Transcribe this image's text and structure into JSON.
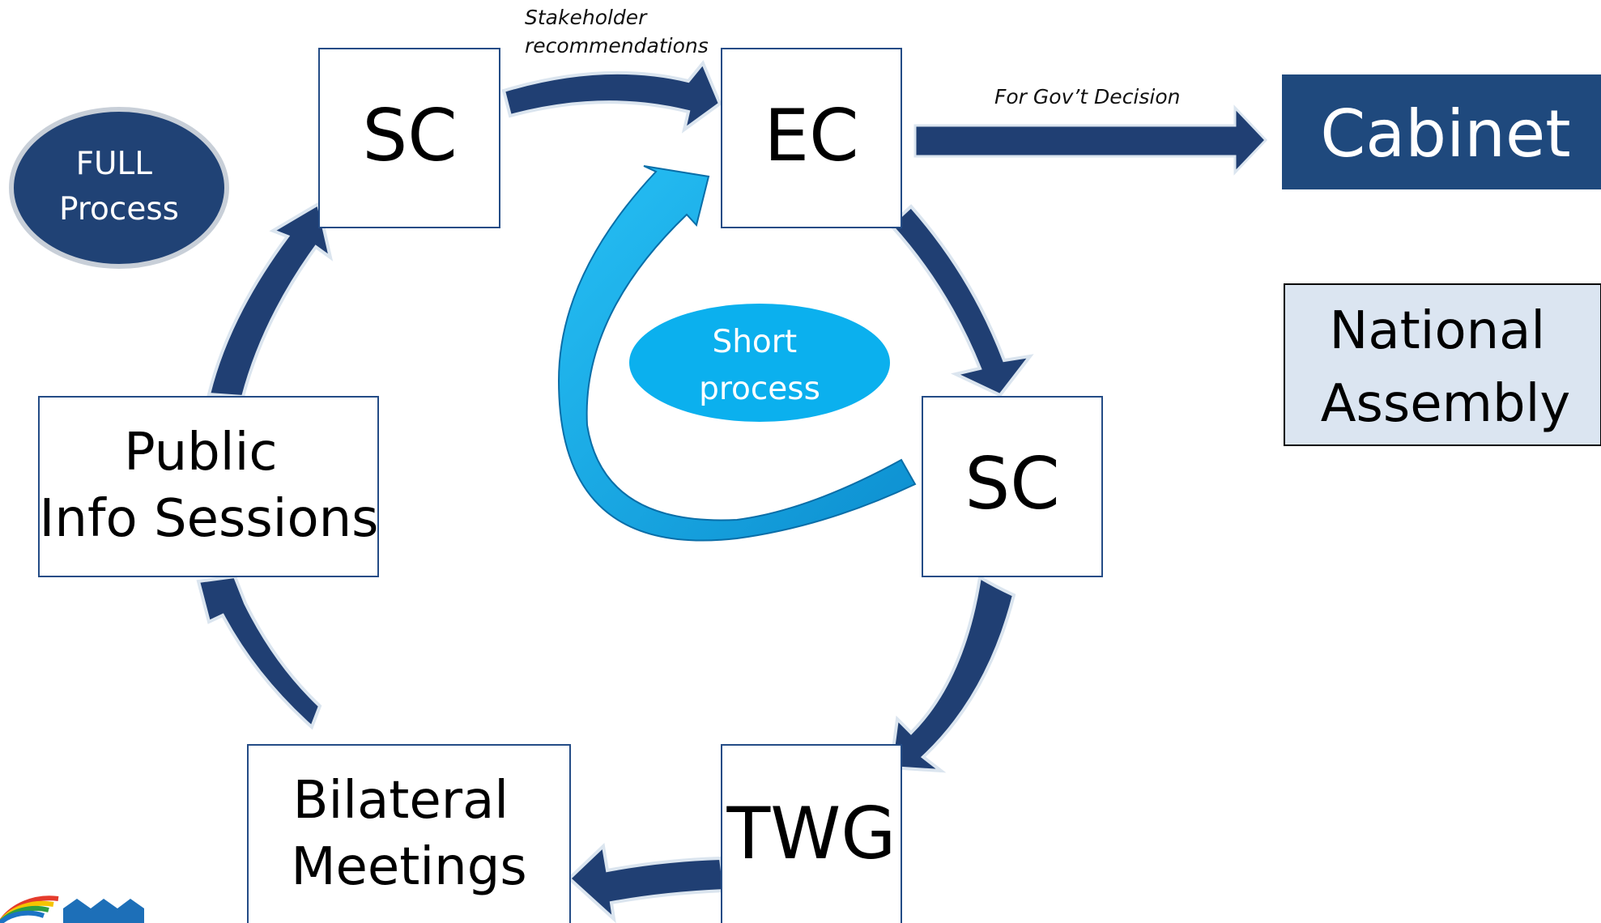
{
  "colors": {
    "arrow_dark": "#203f73",
    "arrow_light": "#16a2e3",
    "cabinet_fill": "#1f497d",
    "assembly_fill": "#dbe5f1",
    "box_border": "#244c86",
    "full_ellipse": "#204275",
    "short_ellipse": "#0bb0ee"
  },
  "labels": {
    "stakeholder": [
      "Stakeholder",
      "recommendations"
    ],
    "gov_decision": "For Gov’t Decision"
  },
  "ellipses": {
    "full": [
      "FULL",
      "Process"
    ],
    "short": [
      "Short",
      "process"
    ]
  },
  "boxes": {
    "sc_top": "SC",
    "ec": "EC",
    "sc_right": "SC",
    "twg": "TWG",
    "bilateral": [
      "Bilateral",
      "Meetings"
    ],
    "public": [
      "Public",
      "Info Sessions"
    ],
    "cabinet": "Cabinet",
    "assembly": [
      "National",
      "Assembly"
    ]
  },
  "logos": {
    "left": "rainbow-logo",
    "right": "blue-emblem-logo"
  }
}
